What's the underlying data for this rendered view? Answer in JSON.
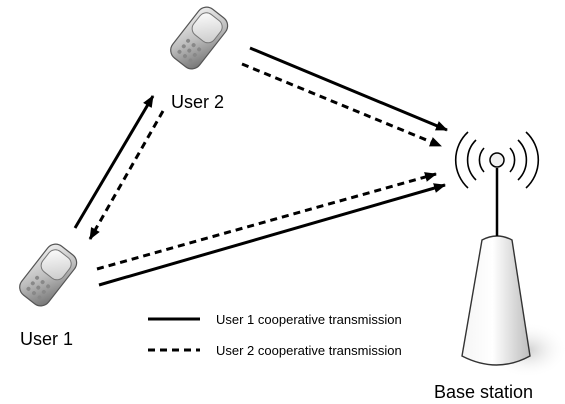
{
  "nodes": {
    "user1": {
      "label": "User 1"
    },
    "user2": {
      "label": "User 2"
    },
    "base_station": {
      "label": "Base station"
    }
  },
  "legend": {
    "solid_label": "User 1 cooperative transmission",
    "dashed_label": "User 2 cooperative transmission"
  },
  "colors": {
    "phone_body": "#bfbfbf",
    "phone_screen": "#e6e6e6",
    "tower_shade": "#d9d9d9",
    "arrow": "#000000"
  },
  "icons": {
    "user1": "mobile-phone-icon",
    "user2": "mobile-phone-icon",
    "base_station": "antenna-tower-icon"
  }
}
